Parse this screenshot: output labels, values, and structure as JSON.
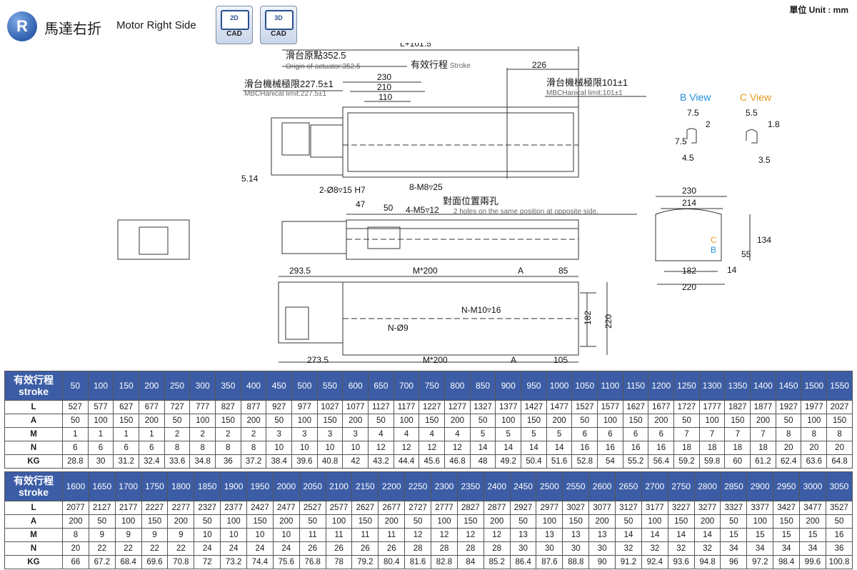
{
  "header": {
    "badge": "R",
    "title_zh": "馬達右折",
    "title_en": "Motor Right Side",
    "cad_2d": {
      "top": "2D",
      "bottom": "CAD"
    },
    "cad_3d": {
      "top": "3D",
      "bottom": "CAD"
    },
    "unit": "單位 Unit : mm"
  },
  "drawing": {
    "top_view": {
      "overall": "L+101.5",
      "origin": "滑台原點352.5",
      "origin_en": "Origin of actuator:352.5",
      "stroke_label": "有效行程",
      "stroke_en": "Stroke",
      "dim_226": "226",
      "dim_230": "230",
      "dim_210": "210",
      "dim_110": "110",
      "limit_left": "滑台機械極限227.5±1",
      "limit_left_en": "MBCHanical limit:227.5±1",
      "limit_right": "滑台機械極限101±1",
      "limit_right_en": "MBCHanical limit:101±1",
      "dim_514": "5.14",
      "pin_hole": "2-Ø8▿15 H7",
      "thread_hole": "8-M8▿25",
      "opposite_zh": "對面位置兩孔",
      "opposite_en": "2 holes on the same position at opposite side.",
      "dim_47": "47",
      "dim_50": "50",
      "m5": "4-M5▿12"
    },
    "views": {
      "b_view": "B View",
      "c_view": "C View",
      "b_75": "7.5",
      "b_2": "2",
      "b_75v": "7.5",
      "b_45": "4.5",
      "c_55": "5.5",
      "c_18": "1.8",
      "c_35": "3.5"
    },
    "end_view": {
      "w230": "230",
      "w214": "214",
      "w182": "182",
      "w220": "220",
      "h134": "134",
      "h55": "55",
      "h14": "14",
      "c": "C",
      "b": "B"
    },
    "bottom_view": {
      "d2935": "293.5",
      "m200": "M*200",
      "a": "A",
      "d85": "85",
      "nm10": "N-M10▿16",
      "n9": "N-Ø9",
      "d182": "182",
      "d220": "220",
      "d2735": "273.5",
      "m200b": "M*200",
      "ab": "A",
      "d105": "105"
    }
  },
  "table1": {
    "header_zh": "有效行程",
    "header_en": "stroke",
    "strokes": [
      "50",
      "100",
      "150",
      "200",
      "250",
      "300",
      "350",
      "400",
      "450",
      "500",
      "550",
      "600",
      "650",
      "700",
      "750",
      "800",
      "850",
      "900",
      "950",
      "1000",
      "1050",
      "1100",
      "1150",
      "1200",
      "1250",
      "1300",
      "1350",
      "1400",
      "1450",
      "1500",
      "1550"
    ],
    "rows": [
      {
        "label": "L",
        "values": [
          "527",
          "577",
          "627",
          "677",
          "727",
          "777",
          "827",
          "877",
          "927",
          "977",
          "1027",
          "1077",
          "1127",
          "1177",
          "1227",
          "1277",
          "1327",
          "1377",
          "1427",
          "1477",
          "1527",
          "1577",
          "1627",
          "1677",
          "1727",
          "1777",
          "1827",
          "1877",
          "1927",
          "1977",
          "2027"
        ]
      },
      {
        "label": "A",
        "values": [
          "50",
          "100",
          "150",
          "200",
          "50",
          "100",
          "150",
          "200",
          "50",
          "100",
          "150",
          "200",
          "50",
          "100",
          "150",
          "200",
          "50",
          "100",
          "150",
          "200",
          "50",
          "100",
          "150",
          "200",
          "50",
          "100",
          "150",
          "200",
          "50",
          "100",
          "150"
        ]
      },
      {
        "label": "M",
        "values": [
          "1",
          "1",
          "1",
          "1",
          "2",
          "2",
          "2",
          "2",
          "3",
          "3",
          "3",
          "3",
          "4",
          "4",
          "4",
          "4",
          "5",
          "5",
          "5",
          "5",
          "6",
          "6",
          "6",
          "6",
          "7",
          "7",
          "7",
          "7",
          "8",
          "8",
          "8"
        ]
      },
      {
        "label": "N",
        "values": [
          "6",
          "6",
          "6",
          "6",
          "8",
          "8",
          "8",
          "8",
          "10",
          "10",
          "10",
          "10",
          "12",
          "12",
          "12",
          "12",
          "14",
          "14",
          "14",
          "14",
          "16",
          "16",
          "16",
          "16",
          "18",
          "18",
          "18",
          "18",
          "20",
          "20",
          "20"
        ]
      },
      {
        "label": "KG",
        "values": [
          "28.8",
          "30",
          "31.2",
          "32.4",
          "33.6",
          "34.8",
          "36",
          "37.2",
          "38.4",
          "39.6",
          "40.8",
          "42",
          "43.2",
          "44.4",
          "45.6",
          "46.8",
          "48",
          "49.2",
          "50.4",
          "51.6",
          "52.8",
          "54",
          "55.2",
          "56.4",
          "59.2",
          "59.8",
          "60",
          "61.2",
          "62.4",
          "63.6",
          "64.8"
        ]
      }
    ]
  },
  "table2": {
    "header_zh": "有效行程",
    "header_en": "stroke",
    "strokes": [
      "1600",
      "1650",
      "1700",
      "1750",
      "1800",
      "1850",
      "1900",
      "1950",
      "2000",
      "2050",
      "2100",
      "2150",
      "2200",
      "2250",
      "2300",
      "2350",
      "2400",
      "2450",
      "2500",
      "2550",
      "2600",
      "2650",
      "2700",
      "2750",
      "2800",
      "2850",
      "2900",
      "2950",
      "3000",
      "3050"
    ],
    "rows": [
      {
        "label": "L",
        "values": [
          "2077",
          "2127",
          "2177",
          "2227",
          "2277",
          "2327",
          "2377",
          "2427",
          "2477",
          "2527",
          "2577",
          "2627",
          "2677",
          "2727",
          "2777",
          "2827",
          "2877",
          "2927",
          "2977",
          "3027",
          "3077",
          "3127",
          "3177",
          "3227",
          "3277",
          "3327",
          "3377",
          "3427",
          "3477",
          "3527"
        ]
      },
      {
        "label": "A",
        "values": [
          "200",
          "50",
          "100",
          "150",
          "200",
          "50",
          "100",
          "150",
          "200",
          "50",
          "100",
          "150",
          "200",
          "50",
          "100",
          "150",
          "200",
          "50",
          "100",
          "150",
          "200",
          "50",
          "100",
          "150",
          "200",
          "50",
          "100",
          "150",
          "200",
          "50"
        ]
      },
      {
        "label": "M",
        "values": [
          "8",
          "9",
          "9",
          "9",
          "9",
          "10",
          "10",
          "10",
          "10",
          "11",
          "11",
          "11",
          "11",
          "12",
          "12",
          "12",
          "12",
          "13",
          "13",
          "13",
          "13",
          "14",
          "14",
          "14",
          "14",
          "15",
          "15",
          "15",
          "15",
          "16"
        ]
      },
      {
        "label": "N",
        "values": [
          "20",
          "22",
          "22",
          "22",
          "22",
          "24",
          "24",
          "24",
          "24",
          "26",
          "26",
          "26",
          "26",
          "28",
          "28",
          "28",
          "28",
          "30",
          "30",
          "30",
          "30",
          "32",
          "32",
          "32",
          "32",
          "34",
          "34",
          "34",
          "34",
          "36"
        ]
      },
      {
        "label": "KG",
        "values": [
          "66",
          "67.2",
          "68.4",
          "69.6",
          "70.8",
          "72",
          "73.2",
          "74.4",
          "75.6",
          "76.8",
          "78",
          "79.2",
          "80.4",
          "81.6",
          "82.8",
          "84",
          "85.2",
          "86.4",
          "87.6",
          "88.8",
          "90",
          "91.2",
          "92.4",
          "93.6",
          "94.8",
          "96",
          "97.2",
          "98.4",
          "99.6",
          "100.8"
        ]
      }
    ]
  }
}
